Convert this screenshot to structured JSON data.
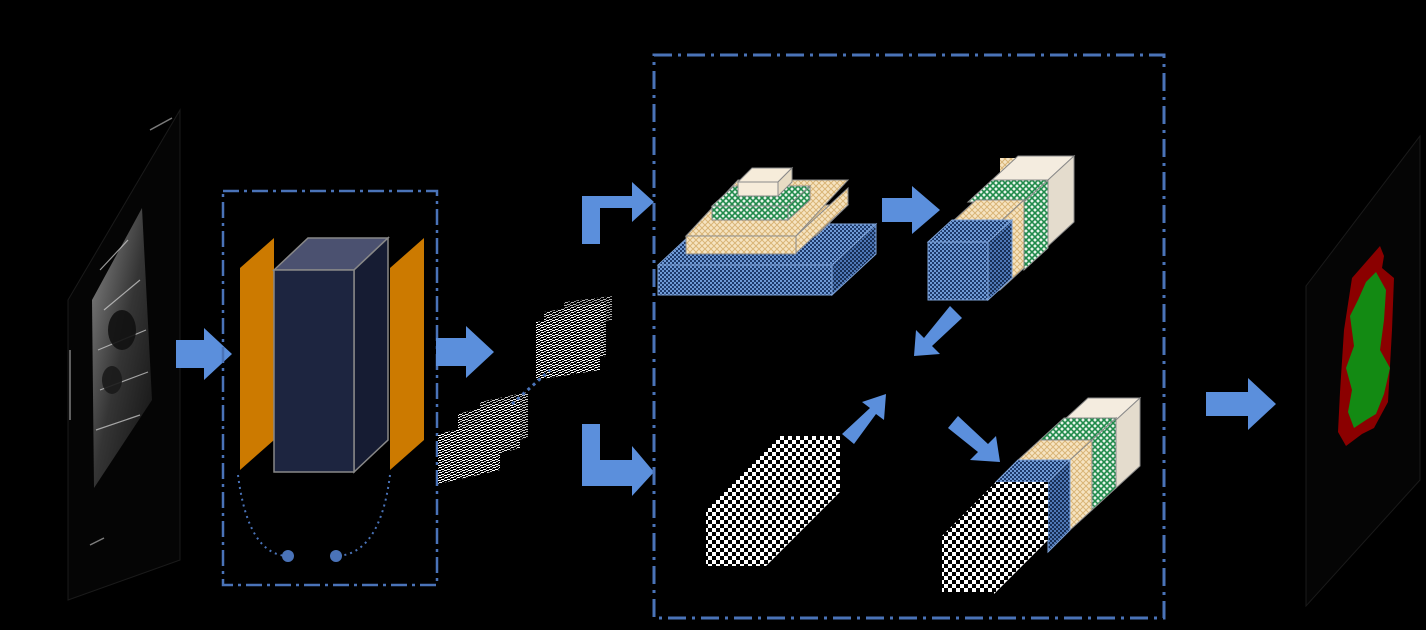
{
  "diagram": {
    "background": "#000000",
    "colors": {
      "arrow": "#5b8fdc",
      "frame": "#4a73b8",
      "encoder_side": "#cc7a00",
      "encoder_front": "#1d2540",
      "encoder_top": "#4b5170",
      "pattern_blue": "#3f6fb5",
      "pattern_beige": "#e7c894",
      "pattern_green": "#2f9a5a",
      "pattern_white": "#f2ede4",
      "mask_outer": "#8b0000",
      "mask_inner": "#138a13"
    },
    "components": [
      {
        "name": "input-ultrasound-slice",
        "icon": "ultrasound-image-icon"
      },
      {
        "name": "encoder-block",
        "icon": "3d-block-icon"
      },
      {
        "name": "feature-maps",
        "icon": "stacked-noise-icon"
      },
      {
        "name": "multi-scale-module",
        "icon": "pyramid-pooling-icon"
      },
      {
        "name": "output-segmentation",
        "icon": "segmentation-mask-icon"
      }
    ]
  }
}
